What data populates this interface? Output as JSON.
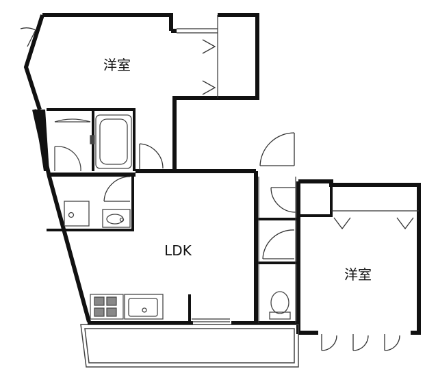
{
  "rooms": {
    "western_room_north": {
      "label": "洋室"
    },
    "ldk": {
      "label": "LDK"
    },
    "western_room_east": {
      "label": "洋室"
    }
  },
  "colors": {
    "wall": "#111111",
    "fixture_line": "#444444",
    "background": "#ffffff"
  },
  "icons": [
    "door-swing-icon",
    "bathtub-icon",
    "toilet-icon",
    "sink-icon",
    "stove-icon",
    "washing-machine-icon",
    "closet-door-icon",
    "window-icon",
    "balcony-icon"
  ]
}
